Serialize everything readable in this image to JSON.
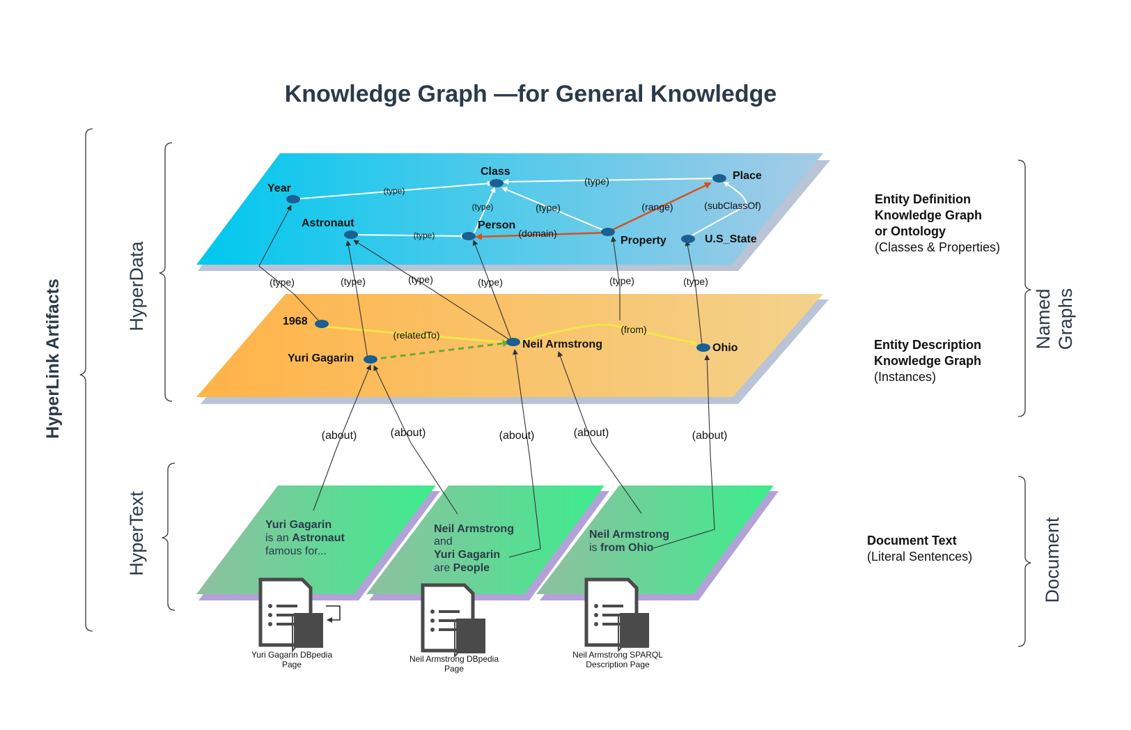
{
  "title": "Knowledge Graph —for General Knowledge",
  "left_labels": {
    "hyperlink": "HyperLink Artifacts",
    "hyperdata": "HyperData",
    "hypertext": "HyperText"
  },
  "right_labels": {
    "named_graphs_1": "Named",
    "named_graphs_2": "Graphs",
    "document": "Document"
  },
  "descriptions": {
    "ontology": [
      "Entity Definition",
      "Knowledge Graph",
      "or Ontology",
      "(Classes & Properties)"
    ],
    "instances": [
      "Entity Description",
      "Knowledge Graph",
      "(Instances)"
    ],
    "document": [
      "Document Text",
      "(Literal Sentences)"
    ]
  },
  "ontology_nodes": {
    "year": "Year",
    "class": "Class",
    "place": "Place",
    "astronaut": "Astronaut",
    "person": "Person",
    "property": "Property",
    "us_state": "U.S_State"
  },
  "instance_nodes": {
    "y1968": "1968",
    "yuri": "Yuri Gagarin",
    "neil": "Neil Armstrong",
    "ohio": "Ohio"
  },
  "edge_labels": {
    "type": "(type)",
    "range": "(range)",
    "domain": "(domain)",
    "subclassof": "(subClassOf)",
    "relatedto": "(relatedTo)",
    "from": "(from)",
    "about": "(about)"
  },
  "documents": [
    {
      "lines": [
        [
          "Yuri Gagarin",
          true
        ],
        [
          "is an ",
          false,
          "Astronaut",
          true
        ],
        [
          "famous for...",
          false
        ]
      ],
      "caption": [
        "Yuri Gagarin DBpedia",
        "Page"
      ]
    },
    {
      "lines": [
        [
          "Neil Armstrong",
          true
        ],
        [
          "and",
          false
        ],
        [
          "Yuri Gagarin",
          true
        ],
        [
          "are ",
          false,
          "People",
          true
        ]
      ],
      "caption": [
        "Neil Armstrong DBpedia",
        "Page"
      ]
    },
    {
      "lines": [
        [
          "Neil Armstrong",
          true
        ],
        [
          "is ",
          false,
          "from Ohio",
          true
        ]
      ],
      "caption": [
        "Neil Armstrong SPARQL",
        "Description Page"
      ]
    }
  ],
  "colors": {
    "title": "#2b3a4a",
    "node": "#1b5f93",
    "ontology_plane_start": "#00c8ee",
    "ontology_plane_end": "#a6cbe6",
    "instance_plane_start": "#ffb347",
    "instance_plane_end": "#f3d28c",
    "doc_plane_start": "#8fbfa0",
    "doc_plane_end": "#3cec8c",
    "plane_shadow": "#b9c4d6",
    "doc_shadow": "#b3a2d8",
    "orange_edge": "#d9501e",
    "yellow_edge": "#f2e64a",
    "green_dashed_edge": "#6aa83a",
    "white_edge": "#ffffff",
    "line": "#333333",
    "icon": "#4a4a4a"
  }
}
